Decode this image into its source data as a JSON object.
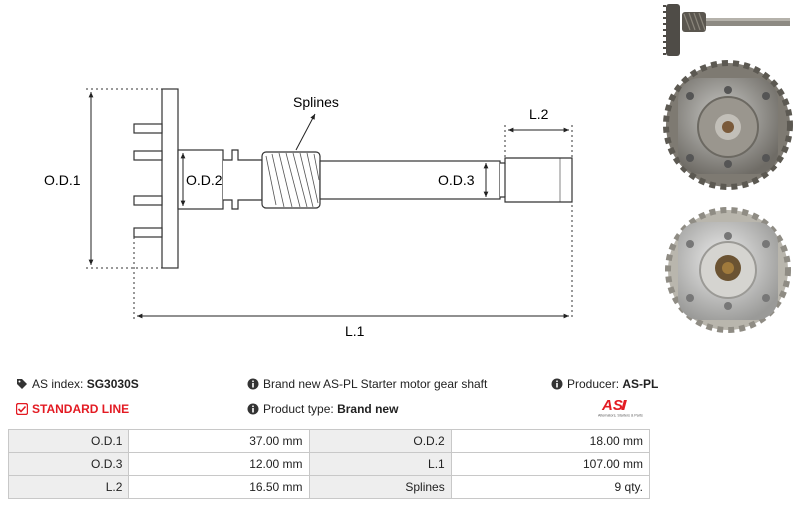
{
  "drawing": {
    "labels": {
      "od1": "O.D.1",
      "od2": "O.D.2",
      "od3": "O.D.3",
      "l1": "L.1",
      "l2": "L.2",
      "splines": "Splines"
    }
  },
  "info": {
    "as_index_label": "AS index:",
    "as_index_value": "SG3030S",
    "standard_line": "STANDARD LINE",
    "description": "Brand new AS-PL Starter motor gear shaft",
    "product_type_label": "Product type:",
    "product_type_value": "Brand new",
    "producer_label": "Producer:",
    "producer_value": "AS-PL"
  },
  "logo": {
    "mark": "AS",
    "tagline": "Alternators, Starters & Parts",
    "color": "#e31b23"
  },
  "specs": [
    [
      {
        "k": "O.D.1",
        "v": "37.00 mm"
      },
      {
        "k": "O.D.2",
        "v": "18.00 mm"
      }
    ],
    [
      {
        "k": "O.D.3",
        "v": "12.00 mm"
      },
      {
        "k": "L.1",
        "v": "107.00 mm"
      }
    ],
    [
      {
        "k": "L.2",
        "v": "16.50 mm"
      },
      {
        "k": "Splines",
        "v": "9 qty."
      }
    ]
  ]
}
